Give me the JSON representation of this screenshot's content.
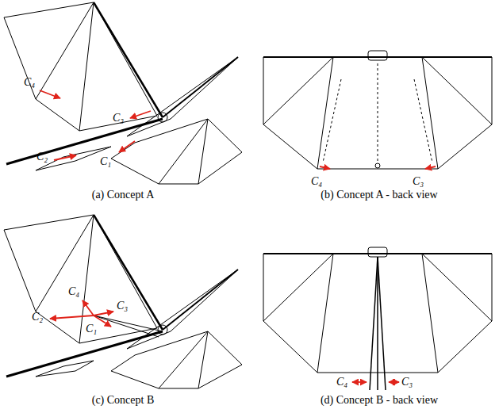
{
  "diagram": {
    "labels": [
      "C₄",
      "C₃",
      "C₂",
      "C₁",
      "C₄",
      "C₃",
      "(a) Concept A",
      "(b) Concept A - back view",
      "C₄",
      "C₂",
      "C₃",
      "C₁",
      "C₄",
      "C₃",
      "(c) Concept B",
      "(d) Concept B - back view"
    ]
  }
}
